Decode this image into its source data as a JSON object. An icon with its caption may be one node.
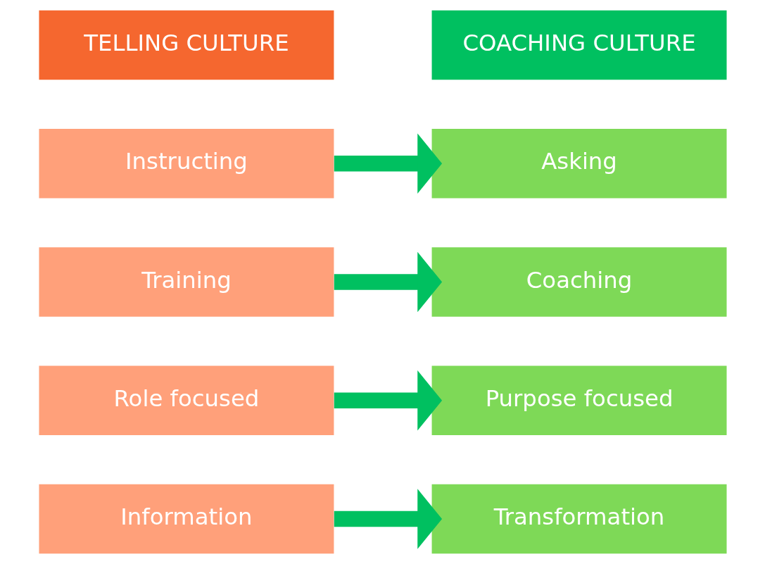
{
  "diagram": {
    "nodes": [
      {
        "text": [
          "TELLING CULTURE"
        ]
      },
      {
        "text": [
          "COACHING CULTURE"
        ]
      },
      {
        "text": [
          "Instructing"
        ]
      },
      {
        "text": [
          "Asking"
        ]
      },
      {
        "text": [
          "Training"
        ]
      },
      {
        "text": [
          "Coaching"
        ]
      },
      {
        "text": [
          "Role focused"
        ]
      },
      {
        "text": [
          "Purpose focused"
        ]
      },
      {
        "text": [
          "Information"
        ]
      },
      {
        "text": [
          "Transformation"
        ]
      }
    ],
    "edges": [
      {
        "from": 2,
        "to": 3,
        "arrow": "to"
      },
      {
        "from": 4,
        "to": 5,
        "arrow": "to"
      },
      {
        "from": 6,
        "to": 7,
        "arrow": "to"
      },
      {
        "from": 8,
        "to": 9,
        "arrow": "to"
      }
    ]
  }
}
